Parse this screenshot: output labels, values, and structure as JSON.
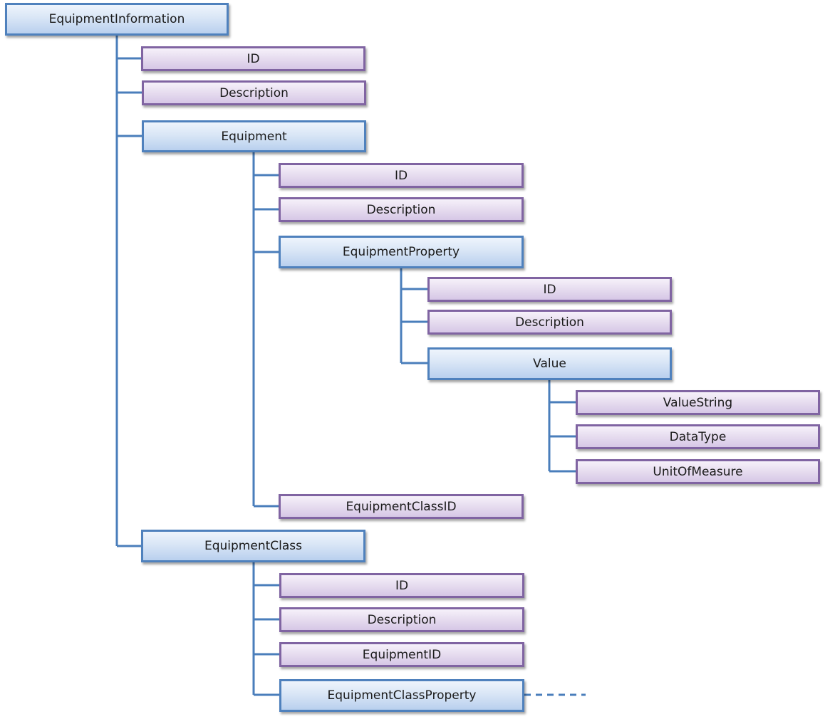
{
  "diagram": {
    "root": {
      "label": "EquipmentInformation",
      "color": "#4f81bd"
    },
    "equipment_information": {
      "id_label": "ID",
      "description_label": "Description",
      "equipment_label": "Equipment",
      "equipment_class_label": "EquipmentClass"
    },
    "equipment": {
      "id_label": "ID",
      "description_label": "Description",
      "equipment_property_label": "EquipmentProperty",
      "equipment_class_id_label": "EquipmentClassID"
    },
    "equipment_property": {
      "id_label": "ID",
      "description_label": "Description",
      "value_label": "Value"
    },
    "value": {
      "value_string_label": "ValueString",
      "data_type_label": "DataType",
      "unit_of_measure_label": "UnitOfMeasure"
    },
    "equipment_class": {
      "id_label": "ID",
      "description_label": "Description",
      "equipment_id_label": "EquipmentID",
      "equipment_class_property_label": "EquipmentClassProperty"
    },
    "colors": {
      "container_border": "#4f81bd",
      "attribute_border": "#8064a2",
      "connector": "#4a7ebb"
    }
  }
}
